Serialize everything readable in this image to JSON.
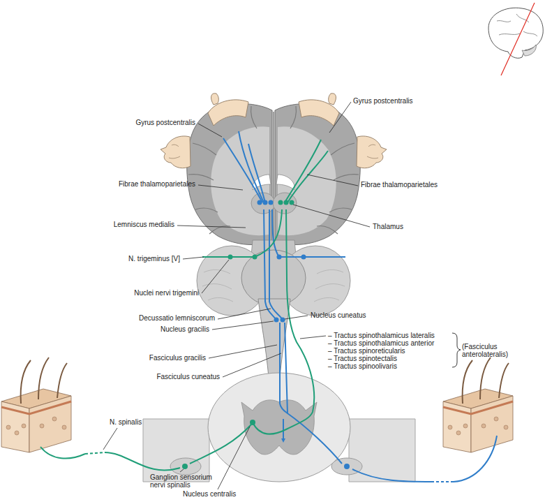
{
  "diagram": {
    "labels": [
      "Gyrus postcentralis",
      "Gyrus postcentralis",
      "Fibrae thalamoparietales",
      "Fibrae thalamoparietales",
      "Lemniscus medialis",
      "Thalamus",
      "N. trigeminus [V]",
      "Nuclei nervi trigemini",
      "Decussatio lemniscorum",
      "Nucleus cuneatus",
      "Nucleus gracilis",
      "– Tractus spinothalamicus lateralis",
      "– Tractus spinothalamicus anterior",
      "– Tractus spinoreticularis",
      "– Tractus spinotectalis",
      "– Tractus spinoolivaris",
      "(Fasciculus anterolateralis)",
      "Fasciculus gracilis",
      "Fasciculus cuneatus",
      "N. spinalis",
      "Ganglion sensorium nervi spinalis",
      "Nucleus centralis"
    ]
  }
}
